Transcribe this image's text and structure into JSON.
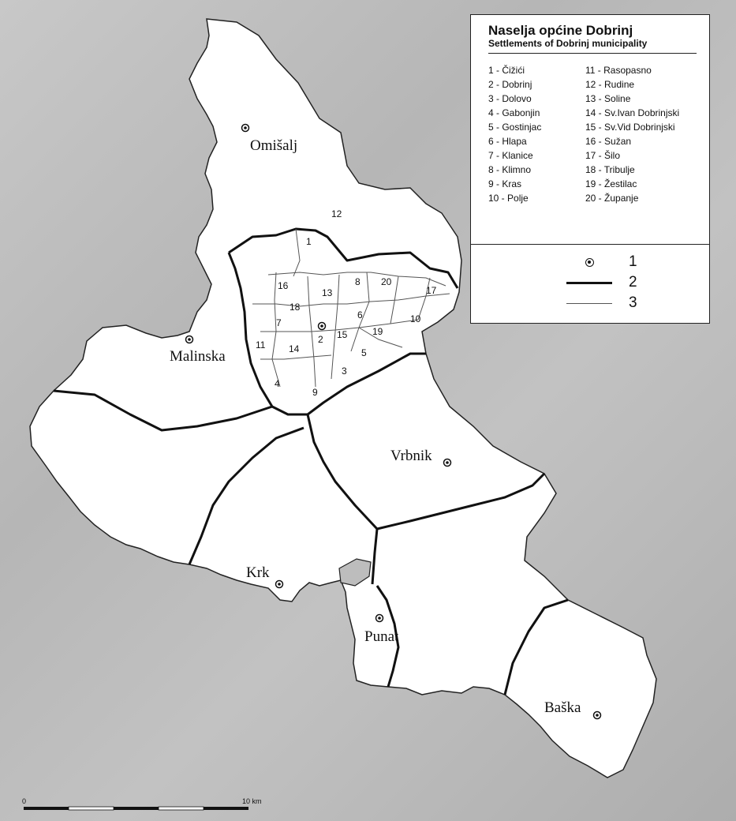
{
  "legend": {
    "title": "Naselja općine Dobrinj",
    "subtitle": "Settlements of Dobrinj municipality",
    "settlements_left": [
      "1 - Čižići",
      "2 - Dobrinj",
      "3 - Dolovo",
      "4 - Gabonjin",
      "5 - Gostinjac",
      "6 - Hlapa",
      "7 - Klanice",
      "8 - Klimno",
      "9 - Kras",
      "10 - Polje"
    ],
    "settlements_right": [
      "11 - Rasopasno",
      "12 - Rudine",
      "13 - Soline",
      "14 - Sv.Ivan Dobrinjski",
      "15 - Sv.Vid Dobrinjski",
      "16 - Sužan",
      "17 - Šilo",
      "18 - Tribulje",
      "19 - Žestilac",
      "20 - Županje"
    ],
    "keys": [
      {
        "num": "1",
        "symbol": "settlement-dot-icon"
      },
      {
        "num": "2",
        "symbol": "thick-boundary-line"
      },
      {
        "num": "3",
        "symbol": "thin-boundary-line"
      }
    ]
  },
  "towns": {
    "omisalj": "Omišalj",
    "malinska": "Malinska",
    "vrbnik": "Vrbnik",
    "krk": "Krk",
    "punat": "Punat",
    "baska": "Baška"
  },
  "area_numbers": {
    "a1": "1",
    "a2": "2",
    "a3": "3",
    "a4": "4",
    "a5": "5",
    "a6": "6",
    "a7": "7",
    "a8": "8",
    "a9": "9",
    "a10": "10",
    "a11": "11",
    "a12": "12",
    "a13": "13",
    "a14": "14",
    "a15": "15",
    "a16": "16",
    "a17": "17",
    "a18": "18",
    "a19": "19",
    "a20": "20"
  },
  "scale": {
    "start": "0",
    "end": "10 km"
  },
  "colors": {
    "land": "#ffffff",
    "background": "#bdbdbd",
    "boundary": "#111111"
  }
}
